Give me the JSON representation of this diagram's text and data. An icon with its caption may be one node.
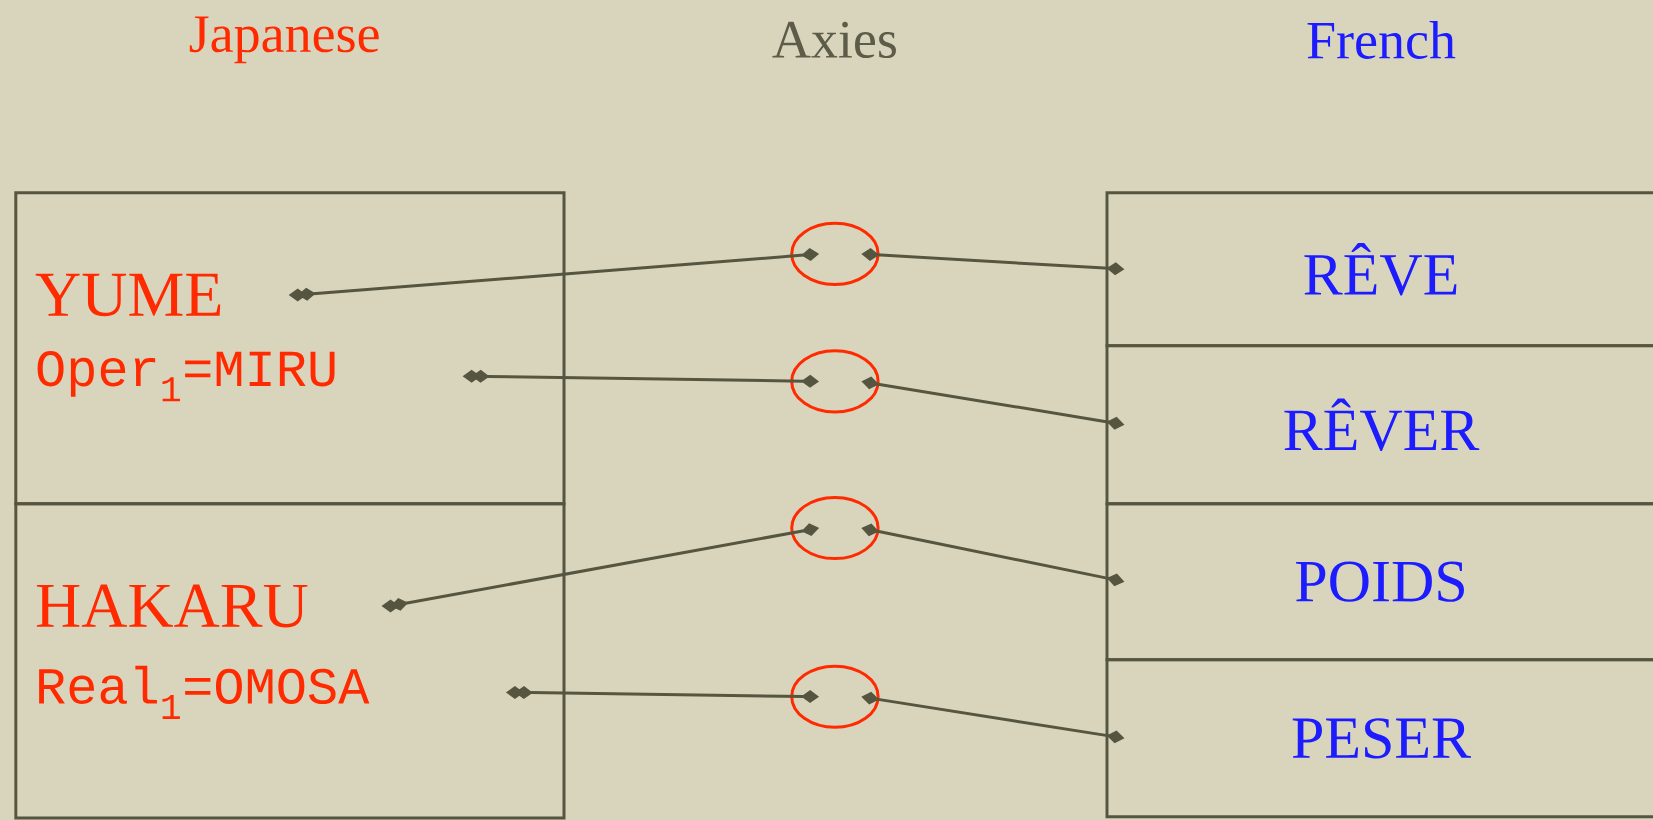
{
  "diagram": {
    "nodes": [
      {
        "text": [],
        "shape": "box"
      },
      {
        "text": [
          "YUME"
        ],
        "in": 0
      },
      {
        "text": [
          "Oper$_{1}$=MIRU"
        ],
        "in": 0
      },
      {
        "text": [],
        "shape": "box"
      },
      {
        "text": [
          "HAKARU"
        ],
        "in": 3
      },
      {
        "text": [
          "Real$_{1}$=OMOSA"
        ],
        "in": 3
      },
      {
        "text": [],
        "shape": "circle"
      },
      {
        "text": [],
        "shape": "circle"
      },
      {
        "text": [],
        "shape": "circle"
      },
      {
        "text": [],
        "shape": "circle"
      },
      {
        "text": [
          "RÊVE"
        ]
      },
      {
        "text": [
          "RÊVER"
        ]
      },
      {
        "text": [
          "POIDS"
        ]
      },
      {
        "text": [
          "PESER"
        ]
      }
    ],
    "edges": [
      {
        "from": 1,
        "to": 6,
        "arrow": "other"
      },
      {
        "from": 6,
        "to": 10,
        "arrow": "other"
      },
      {
        "from": 2,
        "to": 7,
        "arrow": "other"
      },
      {
        "from": 7,
        "to": 11,
        "arrow": "other"
      },
      {
        "from": 4,
        "to": 8,
        "arrow": "other"
      },
      {
        "from": 8,
        "to": 12,
        "arrow": "other"
      },
      {
        "from": 5,
        "to": 9,
        "arrow": "other"
      },
      {
        "from": 9,
        "to": 13,
        "arrow": "other"
      }
    ],
    "labels": [
      "Japanese",
      "Axies",
      "French"
    ]
  }
}
